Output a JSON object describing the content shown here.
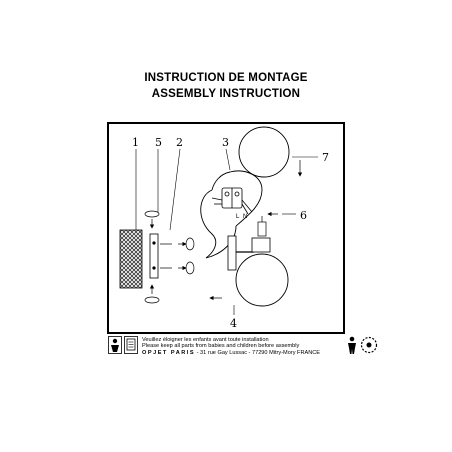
{
  "header": {
    "title_fr": "INSTRUCTION DE MONTAGE",
    "title_en": "ASSEMBLY INSTRUCTION"
  },
  "diagram": {
    "part_labels": [
      "1",
      "5",
      "2",
      "3",
      "7",
      "6",
      "4"
    ],
    "wire_labels": [
      "L",
      "N"
    ]
  },
  "footer": {
    "warning_fr": "Veuillez éloigner les enfants avant toute installation",
    "warning_en": "Please keep all parts from babies and children before assembly",
    "brand": "OPJET PARIS",
    "address": " - 31 rue Gay Lussac - 77290 Mitry-Mory FRANCE"
  },
  "icons": [
    "keep-away-from-children-icon",
    "read-instructions-icon",
    "person-icon",
    "parts-circle-icon"
  ]
}
